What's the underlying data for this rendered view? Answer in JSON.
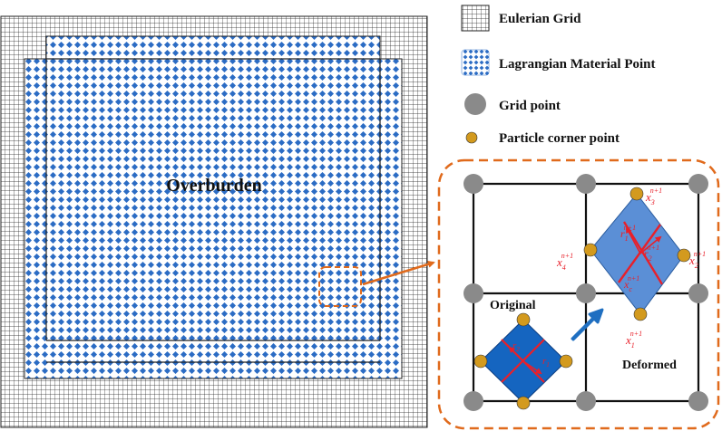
{
  "left_panel": {
    "region_label": "Overburden"
  },
  "legend": {
    "items": [
      {
        "key": "eulerian_grid",
        "label": "Eulerian Grid",
        "icon": "grid-square-icon"
      },
      {
        "key": "lagrangian_point",
        "label": "Lagrangian Material Point",
        "icon": "dotted-square-icon"
      },
      {
        "key": "grid_point",
        "label": "Grid point",
        "icon": "gray-circle-icon"
      },
      {
        "key": "corner_point",
        "label": "Particle corner point",
        "icon": "orange-circle-icon"
      }
    ]
  },
  "detail": {
    "original_label": "Original",
    "deformed_label": "Deformed",
    "symbols": {
      "x1": {
        "base": "x",
        "sub": "1",
        "sup": "n+1"
      },
      "x2": {
        "base": "x",
        "sub": "2",
        "sup": "n+1"
      },
      "x3": {
        "base": "x",
        "sub": "3",
        "sup": "n+1"
      },
      "x4": {
        "base": "x",
        "sub": "4",
        "sup": "n+1"
      },
      "xc": {
        "base": "x",
        "sub": "c",
        "sup": "n+1"
      },
      "r1": {
        "base": "r",
        "sub": "1",
        "sup": "n+1"
      },
      "r2": {
        "base": "r",
        "sub": "2",
        "sup": "n+1"
      },
      "r1o": {
        "base": "r",
        "sub": "1",
        "sup": ""
      },
      "r2o": {
        "base": "r",
        "sub": "2",
        "sup": ""
      }
    }
  },
  "colors": {
    "grid_line": "#222222",
    "particle_blue": "#2b6cc4",
    "particle_fill": "#4f86d4",
    "particle_dark": "#1565c0",
    "particle_light": "#5b8fd6",
    "grid_point": "#8a8a8a",
    "corner_point": "#d39a1e",
    "vector_red": "#e8202a",
    "frame_orange": "#e06a1c",
    "arrow_blue": "#1f6fc1",
    "text_red": "#e8202a"
  }
}
